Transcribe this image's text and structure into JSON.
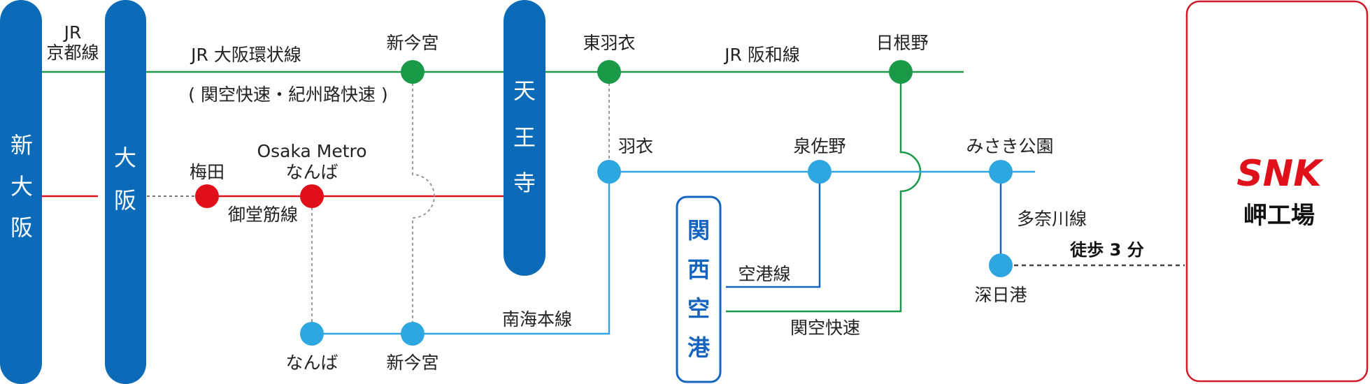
{
  "colors": {
    "terminal_blue": "#0b6bb8",
    "jr_green": "#1a9a48",
    "metro_red": "#e0101b",
    "nankai_blue": "#2ea6e0",
    "kix_blue": "#1565c0",
    "snk_red": "#e0101b",
    "box_border": "#d11a2a",
    "dotted_gray": "#999999"
  },
  "terminals": {
    "shin_osaka": [
      "新",
      "大",
      "阪"
    ],
    "osaka": [
      "大",
      "阪"
    ],
    "tennoji": [
      "天",
      "王",
      "寺"
    ]
  },
  "lines": {
    "jr_kyoto": [
      "JR",
      "京都線"
    ],
    "jr_loop": "JR 大阪環状線",
    "jr_loop_sub": "( 関空快速・紀州路快速 )",
    "jr_hanwa": "JR 阪和線",
    "midosuji": "御堂筋線",
    "kuko": "空港線",
    "nankai_main": "南海本線",
    "kanku_rapid": "関空快速",
    "tanagawa": "多奈川線"
  },
  "stations": {
    "shin_imamiya_jr": "新今宮",
    "higashi_hagoromo": "東羽衣",
    "hineno": "日根野",
    "umeda": "梅田",
    "namba_metro": [
      "Osaka Metro",
      "なんば"
    ],
    "hagoromo": "羽衣",
    "izumisano": "泉佐野",
    "misaki_koen": "みさき公園",
    "fuke": "深日港",
    "namba_nankai": "なんば",
    "shin_imamiya_nankai": "新今宮"
  },
  "kix": [
    "関",
    "西",
    "空",
    "港"
  ],
  "walk": "徒歩 3 分",
  "destination": {
    "logo": "SNK",
    "name": "岬工場"
  }
}
